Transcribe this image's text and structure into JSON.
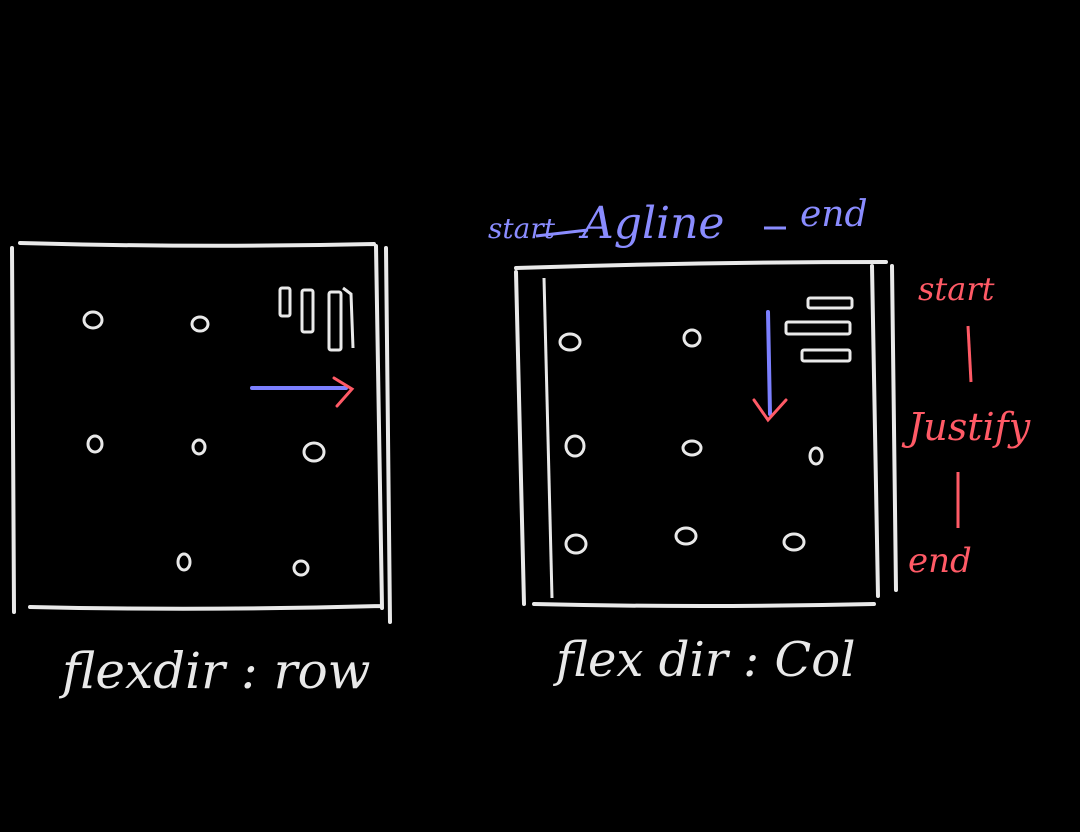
{
  "colors": {
    "background": "#000000",
    "chalk": "#e9e9e9",
    "blue": "#8a8cff",
    "red": "#ff5a66"
  },
  "left_diagram": {
    "caption": "flexdir : row"
  },
  "right_diagram": {
    "caption": "flex dir : Col",
    "align_label_start": "start",
    "align_label_middle": "Agline",
    "align_label_end": "end",
    "justify_label_start": "start",
    "justify_label_middle": "Justify",
    "justify_label_end": "end"
  }
}
